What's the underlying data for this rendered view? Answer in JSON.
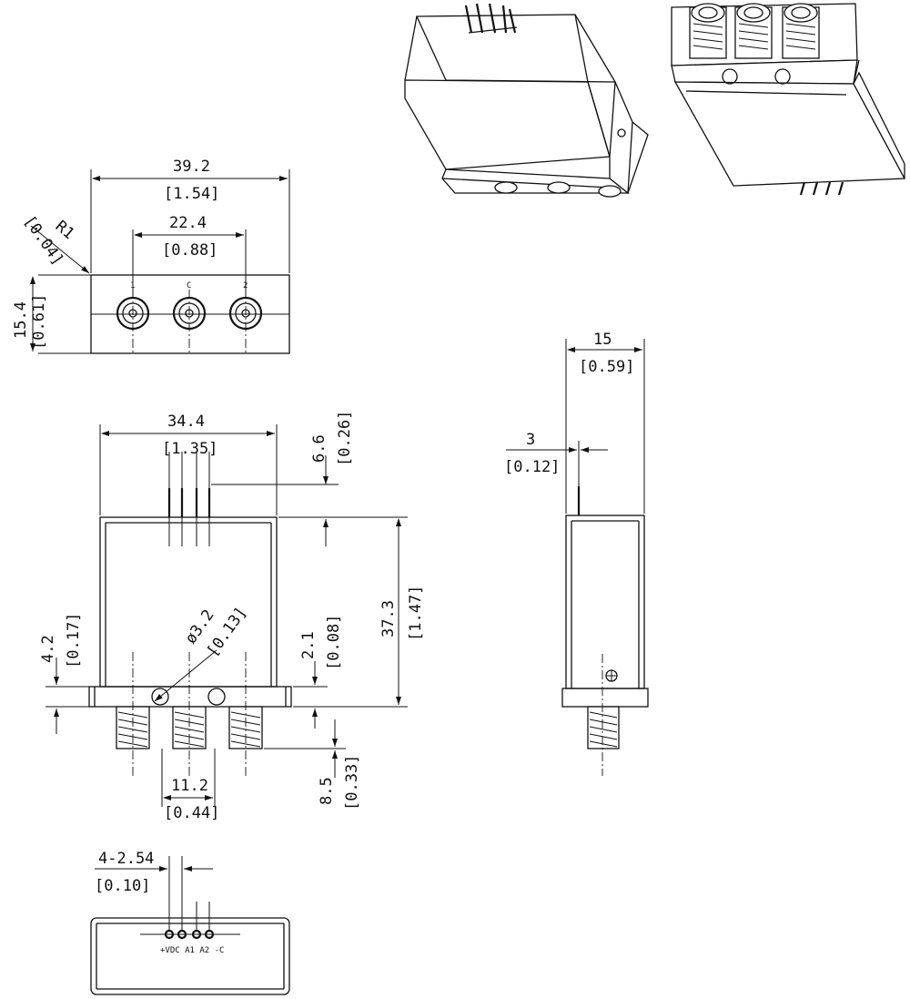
{
  "dimensions": {
    "top_width": {
      "mm": "39.2",
      "in": "[1.54]"
    },
    "top_pitch": {
      "mm": "22.4",
      "in": "[0.88]"
    },
    "top_radius": {
      "mm": "R1",
      "in": "[0.04]"
    },
    "top_height": {
      "mm": "15.4",
      "in": "[0.61]"
    },
    "body_width": {
      "mm": "34.4",
      "in": "[1.35]"
    },
    "pin_length": {
      "mm": "6.6",
      "in": "[0.26]"
    },
    "body_height": {
      "mm": "37.3",
      "in": "[1.47]"
    },
    "flange_thk": {
      "mm": "4.2",
      "in": "[0.17]"
    },
    "hole_dia": {
      "mm": "ø3.2",
      "in": "[0.13]"
    },
    "flange_step": {
      "mm": "2.1",
      "in": "[0.08]"
    },
    "conn_pitch": {
      "mm": "11.2",
      "in": "[0.44]"
    },
    "conn_length": {
      "mm": "8.5",
      "in": "[0.33]"
    },
    "side_width": {
      "mm": "15",
      "in": "[0.59]"
    },
    "side_offset": {
      "mm": "3",
      "in": "[0.12]"
    },
    "pin_spacing": {
      "mm": "4-2.54",
      "in": "[0.10]"
    }
  },
  "port_labels": [
    "1",
    "C",
    "2"
  ],
  "pin_labels": "+VDC A1 A2 -C"
}
